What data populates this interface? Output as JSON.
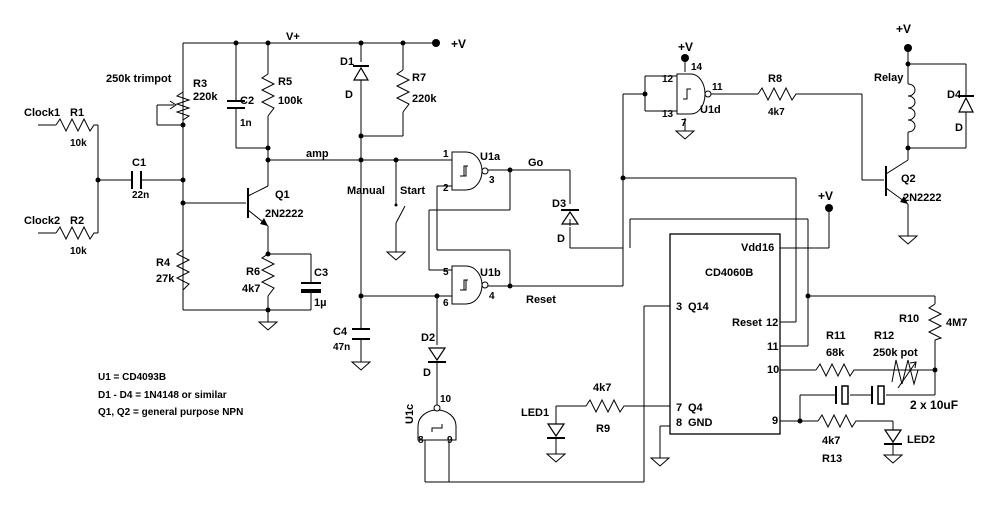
{
  "supply": {
    "vplus_label": "V+",
    "pos_label": "+V"
  },
  "resistors": {
    "r1": {
      "ref": "R1",
      "value": "10k"
    },
    "r2": {
      "ref": "R2",
      "value": "10k"
    },
    "r3": {
      "ref": "R3",
      "value": "220k",
      "note": "250k trimpot"
    },
    "r4": {
      "ref": "R4",
      "value": "27k"
    },
    "r5": {
      "ref": "R5",
      "value": "100k"
    },
    "r6": {
      "ref": "R6",
      "value": "4k7"
    },
    "r7": {
      "ref": "R7",
      "value": "220k"
    },
    "r8": {
      "ref": "R8",
      "value": "4k7"
    },
    "r9": {
      "ref": "R9",
      "value": "4k7"
    },
    "r10": {
      "ref": "R10",
      "value": "4M7"
    },
    "r11": {
      "ref": "R11",
      "value": "68k"
    },
    "r12": {
      "ref": "R12",
      "value": "250k pot"
    },
    "r13": {
      "ref": "R13",
      "value": "4k7"
    }
  },
  "capacitors": {
    "c1": {
      "ref": "C1",
      "value": "22n"
    },
    "c2": {
      "ref": "C2",
      "value": "1n"
    },
    "c3": {
      "ref": "C3",
      "value": "1µ"
    },
    "c4": {
      "ref": "C4",
      "value": "47n"
    },
    "pair": {
      "value": "2 x 10uF"
    }
  },
  "diodes": {
    "d1": {
      "ref": "D1",
      "type": "D"
    },
    "d2": {
      "ref": "D2",
      "type": "D"
    },
    "d3": {
      "ref": "D3",
      "type": "D"
    },
    "d4": {
      "ref": "D4",
      "type": "D"
    }
  },
  "transistors": {
    "q1": {
      "ref": "Q1",
      "type": "2N2222"
    },
    "q2": {
      "ref": "Q2",
      "type": "2N2222"
    }
  },
  "gates": {
    "u1a": {
      "ref": "U1a",
      "pins": [
        "1",
        "2",
        "3"
      ]
    },
    "u1b": {
      "ref": "U1b",
      "pins": [
        "5",
        "6",
        "4"
      ]
    },
    "u1c": {
      "ref": "U1c",
      "pins": [
        "10",
        "8",
        "9"
      ]
    },
    "u1d": {
      "ref": "U1d",
      "pins": [
        "12",
        "13",
        "11",
        "14",
        "7"
      ]
    }
  },
  "ic": {
    "name": "CD4060B",
    "pins": {
      "vdd": {
        "label": "Vdd",
        "num": "16"
      },
      "q14": {
        "label": "Q14",
        "num": "3"
      },
      "reset": {
        "label": "Reset",
        "num": "12"
      },
      "p11": {
        "num": "11"
      },
      "p10": {
        "num": "10"
      },
      "q4": {
        "label": "Q4",
        "num": "7"
      },
      "gnd": {
        "label": "GND",
        "num": "8"
      },
      "p9": {
        "num": "9"
      }
    }
  },
  "inputs": {
    "clock1": "Clock1",
    "clock2": "Clock2"
  },
  "nets": {
    "amp": "amp",
    "go": "Go",
    "reset": "Reset",
    "manual": "Manual",
    "start": "Start"
  },
  "outputs": {
    "relay": "Relay",
    "led1": "LED1",
    "led2": "LED2"
  },
  "notes": [
    "U1 = CD4093B",
    "D1 - D4 = 1N4148 or similar",
    "Q1, Q2 = general purpose NPN"
  ]
}
